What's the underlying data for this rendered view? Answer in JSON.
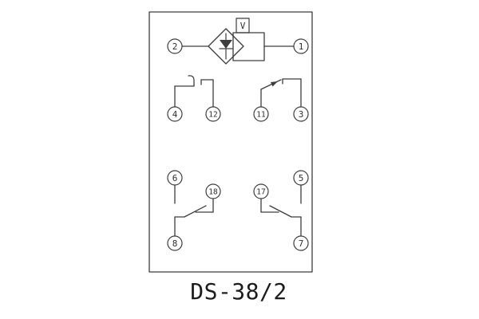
{
  "diagram": {
    "title": "DS-38/2",
    "voltage_indicator_label": "V",
    "terminals": {
      "t1": "1",
      "t2": "2",
      "t3": "3",
      "t4": "4",
      "t5": "5",
      "t6": "6",
      "t7": "7",
      "t8": "8",
      "t11": "11",
      "t12": "12",
      "t17": "17",
      "t18": "18"
    }
  }
}
